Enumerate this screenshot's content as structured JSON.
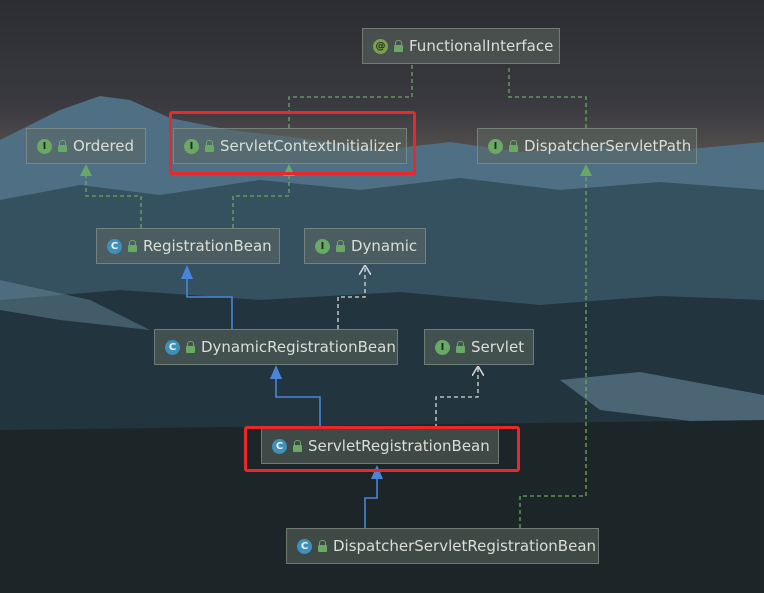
{
  "nodes": {
    "functional_interface": {
      "name": "FunctionalInterface",
      "kind": "annotation",
      "badge": "@"
    },
    "ordered": {
      "name": "Ordered",
      "kind": "interface",
      "badge": "I"
    },
    "servlet_context_initializer": {
      "name": "ServletContextInitializer",
      "kind": "interface",
      "badge": "I"
    },
    "dispatcher_servlet_path": {
      "name": "DispatcherServletPath",
      "kind": "interface",
      "badge": "I"
    },
    "registration_bean": {
      "name": "RegistrationBean",
      "kind": "class",
      "badge": "C"
    },
    "dynamic": {
      "name": "Dynamic",
      "kind": "interface",
      "badge": "I"
    },
    "dynamic_registration_bean": {
      "name": "DynamicRegistrationBean",
      "kind": "class",
      "badge": "C"
    },
    "servlet": {
      "name": "Servlet",
      "kind": "interface",
      "badge": "I"
    },
    "servlet_registration_bean": {
      "name": "ServletRegistrationBean",
      "kind": "class",
      "badge": "C"
    },
    "dispatcher_servlet_registration_bean": {
      "name": "DispatcherServletRegistrationBean",
      "kind": "class",
      "badge": "C"
    }
  },
  "edges": [
    {
      "from": "registration_bean",
      "to": "ordered",
      "type": "implements"
    },
    {
      "from": "registration_bean",
      "to": "servlet_context_initializer",
      "type": "implements"
    },
    {
      "from": "servlet_context_initializer",
      "to": "functional_interface",
      "type": "annotated"
    },
    {
      "from": "dispatcher_servlet_path",
      "to": "functional_interface",
      "type": "annotated"
    },
    {
      "from": "dynamic_registration_bean",
      "to": "registration_bean",
      "type": "extends"
    },
    {
      "from": "dynamic_registration_bean",
      "to": "dynamic",
      "type": "uses"
    },
    {
      "from": "servlet_registration_bean",
      "to": "dynamic_registration_bean",
      "type": "extends"
    },
    {
      "from": "servlet_registration_bean",
      "to": "servlet",
      "type": "uses"
    },
    {
      "from": "dispatcher_servlet_registration_bean",
      "to": "servlet_registration_bean",
      "type": "extends"
    },
    {
      "from": "dispatcher_servlet_registration_bean",
      "to": "dispatcher_servlet_path",
      "type": "implements"
    }
  ],
  "highlighted": [
    "servlet_context_initializer",
    "servlet_registration_bean"
  ],
  "colors": {
    "extends_edge": "#4a86d8",
    "implements_edge": "#6aa865",
    "uses_edge": "#d8d8d8",
    "highlight": "#e8282a"
  }
}
